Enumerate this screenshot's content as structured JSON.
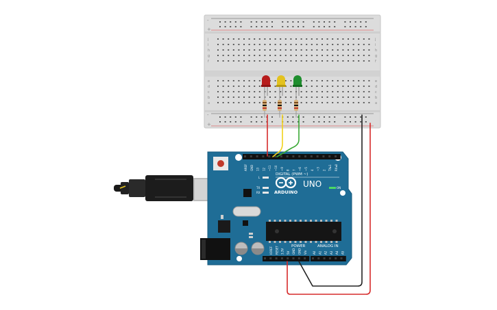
{
  "circuit": {
    "board": {
      "brand": "ARDUINO",
      "model": "UNO",
      "digital_header": "DIGITAL (PWM ~)",
      "power_header": "POWER",
      "analog_header": "ANALOG IN",
      "on_label": "ON",
      "tx_label": "TX",
      "rx_label": "RX",
      "l_label": "L",
      "top_pin_labels": [
        "AREF",
        "GND",
        "13",
        "12",
        "~11",
        "~10",
        "~9",
        "8",
        "7",
        "~6",
        "~5",
        "4",
        "~3",
        "2",
        "TX▸1",
        "RX◂0"
      ],
      "power_pin_labels": [
        "IOREF",
        "RESET",
        "3.3V",
        "5V",
        "GND",
        "GND",
        "Vin"
      ],
      "analog_pin_labels": [
        "A0",
        "A1",
        "A2",
        "A3",
        "A4",
        "A5"
      ]
    },
    "breadboard": {
      "row_letters_top": [
        "j",
        "i",
        "h",
        "g",
        "f"
      ],
      "row_letters_bottom": [
        "e",
        "d",
        "c",
        "b",
        "a"
      ],
      "plus": "+",
      "minus": "-"
    },
    "leds": [
      {
        "color": "red",
        "hex": "#b71c1c"
      },
      {
        "color": "yellow",
        "hex": "#e3c21f"
      },
      {
        "color": "green",
        "hex": "#1e8e2e"
      }
    ],
    "wire_colors": {
      "red": "#d62a2a",
      "yellow": "#f2d21a",
      "green": "#3aa935",
      "black": "#222222"
    }
  }
}
